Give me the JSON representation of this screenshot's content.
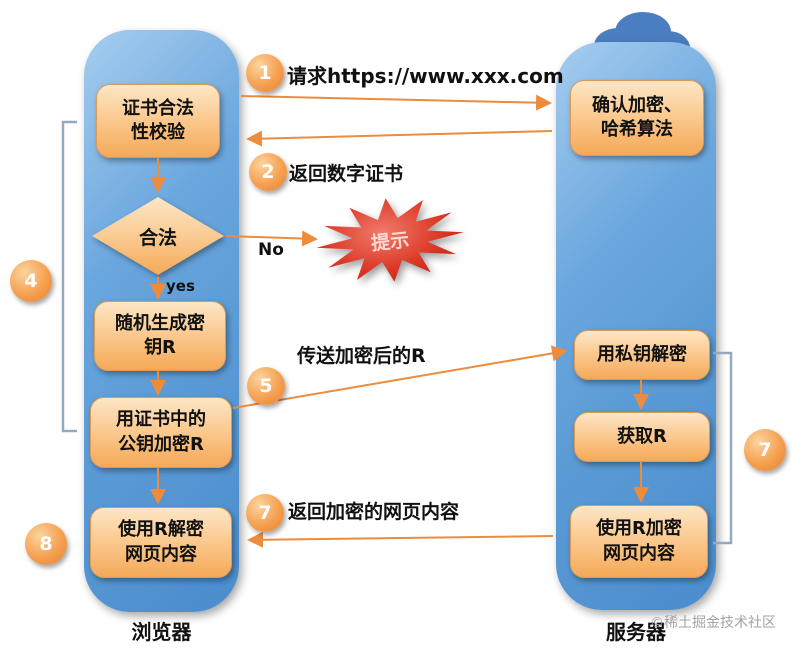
{
  "watermark": "©稀土掘金技术社区",
  "lanes": {
    "browser": {
      "label": "浏览器"
    },
    "server": {
      "label": "服务器"
    }
  },
  "nodes": {
    "cert_check": "证书合法\n性校验",
    "valid": "合法",
    "gen_key": "随机生成密\n钥R",
    "encrypt_key": "用证书中的\n公钥加密R",
    "decrypt_page": "使用R解密\n网页内容",
    "confirm_algo": "确认加密、\n哈希算法",
    "private_key_decrypt": "用私钥解密",
    "get_r": "获取R",
    "encrypt_page": "使用R加密\n网页内容",
    "alert": "提示"
  },
  "labels": {
    "step1": "请求https://www.xxx.com",
    "step2": "返回数字证书",
    "no": "No",
    "yes": "yes",
    "step5": "传送加密后的R",
    "step7": "返回加密的网页内容"
  },
  "badges": {
    "step1": "1",
    "step2": "2",
    "group4": "4",
    "step5": "5",
    "step7": "7",
    "group7": "7",
    "group8": "8"
  },
  "colors": {
    "lane_blue": "#5b9bd5",
    "cloud_blue": "#4b7ec0",
    "node_orange": "#f9b96e",
    "arrow_orange": "#ed8c3c",
    "bracket_gray": "#93a9bf",
    "alert_red": "#c01510"
  }
}
